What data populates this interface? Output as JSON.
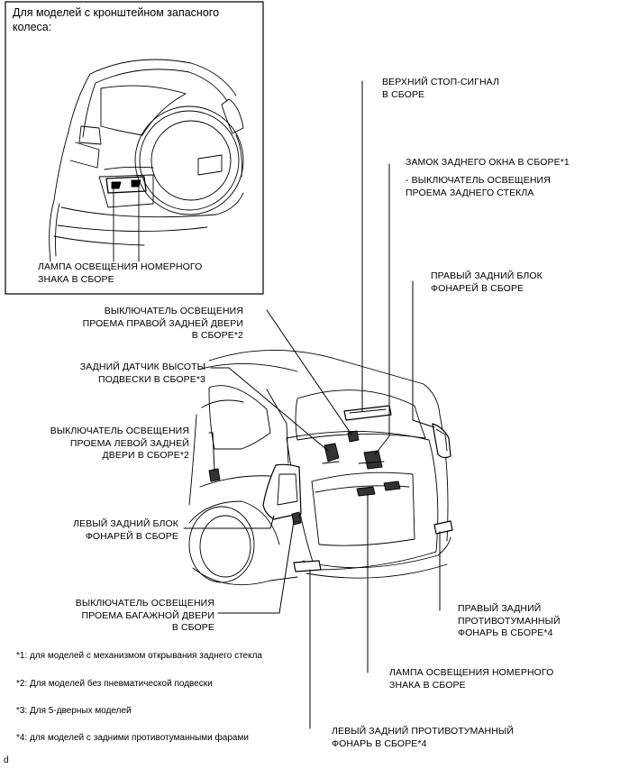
{
  "inset": {
    "title": "Для моделей с кронштейном запасного\nколеса:",
    "license_lamp_label": "ЛАМПА ОСВЕЩЕНИЯ НОМЕРНОГО\nЗНАКА В СБОРЕ"
  },
  "labels": {
    "high_stop": "ВЕРХНИЙ СТОП-СИГНАЛ\nВ СБОРЕ",
    "back_window_lock": "ЗАМОК ЗАДНЕГО ОКНА В СБОРЕ*1",
    "back_glass_switch": "- ВЫКЛЮЧАТЕЛЬ ОСВЕЩЕНИЯ\nПРОЕМА ЗАДНЕГО СТЕКЛА",
    "rh_combo_lamp": "ПРАВЫЙ ЗАДНИЙ БЛОК\nФОНАРЕЙ В СБОРЕ",
    "rh_door_switch": "ВЫКЛЮЧАТЕЛЬ ОСВЕЩЕНИЯ\nПРОЕМА ПРАВОЙ ЗАДНЕЙ ДВЕРИ\nВ СБОРЕ*2",
    "height_sensor": "ЗАДНИЙ ДАТЧИК ВЫСОТЫ\nПОДВЕСКИ В СБОРЕ*3",
    "lh_door_switch": "ВЫКЛЮЧАТЕЛЬ ОСВЕЩЕНИЯ\nПРОЕМА ЛЕВОЙ ЗАДНЕЙ\nДВЕРИ  В СБОРЕ*2",
    "lh_combo_lamp": "ЛЕВЫЙ ЗАДНИЙ БЛОК\nФОНАРЕЙ В СБОРЕ",
    "luggage_switch": "ВЫКЛЮЧАТЕЛЬ ОСВЕЩЕНИЯ\nПРОЕМА БАГАЖНОЙ ДВЕРИ\nВ СБОРЕ",
    "rh_fog_lamp": "ПРАВЫЙ ЗАДНИЙ\nПРОТИВОТУМАННЫЙ\nФОНАРЬ В СБОРЕ*4",
    "license_lamp": "ЛАМПА ОСВЕЩЕНИЯ НОМЕРНОГО\nЗНАКА В СБОРЕ",
    "lh_fog_lamp": "ЛЕВЫЙ ЗАДНИЙ ПРОТИВОТУМАННЫЙ\nФОНАРЬ В СБОРЕ*4"
  },
  "footnotes": [
    "*1: для моделей с механизмом открывания заднего стекла",
    "*2: Для моделей без пневматической подвески",
    "*3: Для 5-дверных моделей",
    "*4: для моделей с задними противотуманными фарами"
  ],
  "corner_mark": "d"
}
